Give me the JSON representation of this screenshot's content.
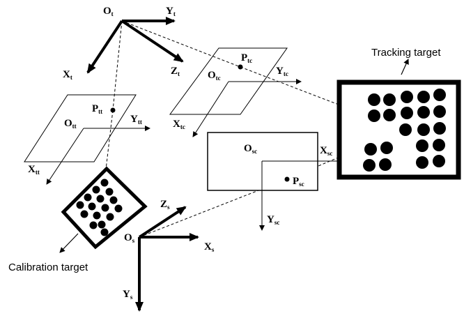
{
  "frames": {
    "tracker": {
      "origin": {
        "main": "O",
        "sub": "t"
      },
      "x": {
        "main": "X",
        "sub": "t"
      },
      "y": {
        "main": "Y",
        "sub": "t"
      },
      "z": {
        "main": "Z",
        "sub": "t"
      }
    },
    "tt_plane": {
      "origin": {
        "main": "O",
        "sub": "tt"
      },
      "x": {
        "main": "X",
        "sub": "tt"
      },
      "y": {
        "main": "Y",
        "sub": "tt"
      },
      "point": {
        "main": "P",
        "sub": "tt"
      }
    },
    "tc_plane": {
      "origin": {
        "main": "O",
        "sub": "tc"
      },
      "x": {
        "main": "X",
        "sub": "tc"
      },
      "y": {
        "main": "Y",
        "sub": "tc"
      },
      "point": {
        "main": "P",
        "sub": "tc"
      }
    },
    "sc_plane": {
      "origin": {
        "main": "O",
        "sub": "sc"
      },
      "x": {
        "main": "X",
        "sub": "sc"
      },
      "y": {
        "main": "Y",
        "sub": "sc"
      },
      "point": {
        "main": "P",
        "sub": "sc"
      }
    },
    "scanner": {
      "origin": {
        "main": "O",
        "sub": "s"
      },
      "x": {
        "main": "X",
        "sub": "s"
      },
      "y": {
        "main": "Y",
        "sub": "s"
      },
      "z": {
        "main": "Z",
        "sub": "s"
      }
    }
  },
  "captions": {
    "tracking_target": "Tracking target",
    "calibration_target": "Calibration target"
  },
  "colors": {
    "ink": "#000000",
    "background": "#ffffff"
  }
}
